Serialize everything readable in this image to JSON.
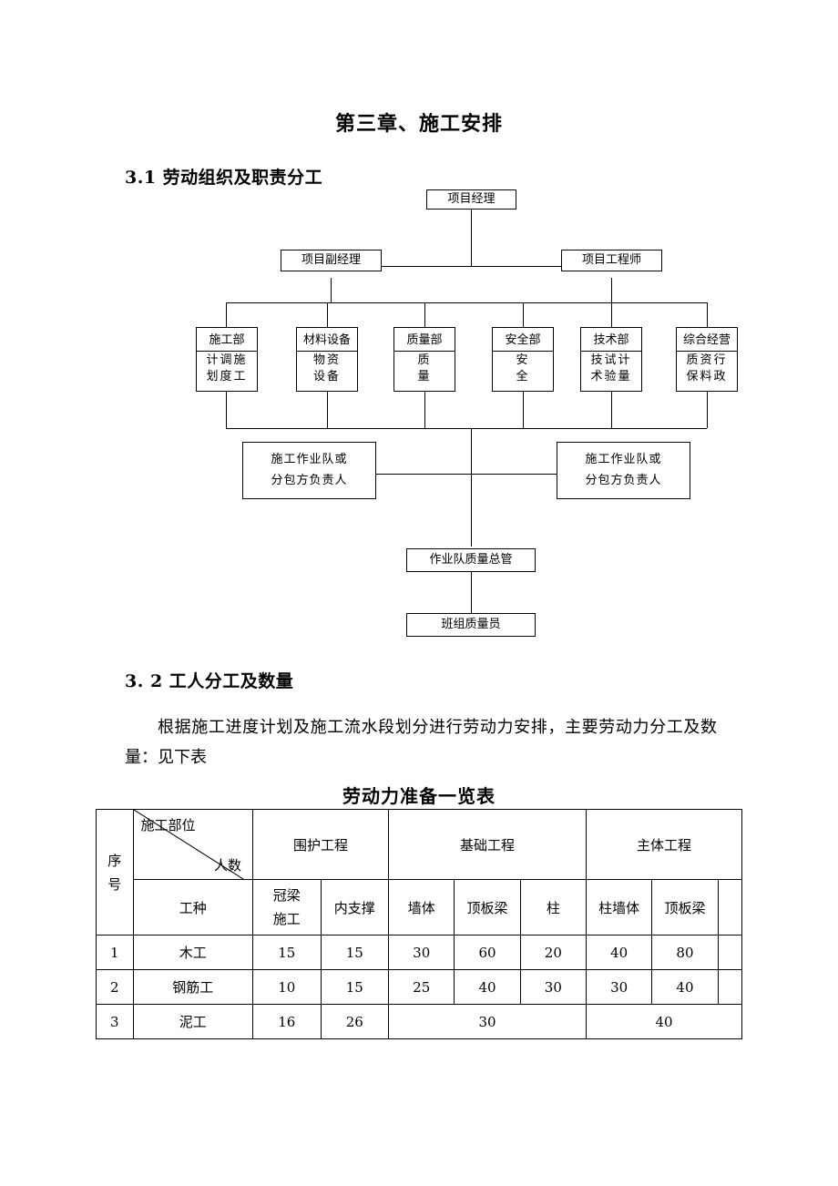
{
  "document": {
    "chapter_title": "第三章、施工安排",
    "sections": [
      {
        "id": "3.1",
        "heading": "3.1 劳动组织及职责分工"
      },
      {
        "id": "3.2",
        "heading": "3. 2 工人分工及数量"
      }
    ],
    "paragraph": "根据施工进度计划及施工流水段划分进行劳动力安排，主要劳动力分工及数量：见下表"
  },
  "org_chart": {
    "top": {
      "label": "项目经理"
    },
    "level2": [
      {
        "label": "项目副经理"
      },
      {
        "label": "项目工程师"
      }
    ],
    "departments": [
      {
        "caption": "施工部",
        "lines": [
          "计调施",
          "划度工"
        ]
      },
      {
        "caption": "材料设备",
        "lines": [
          "物资",
          "设备"
        ]
      },
      {
        "caption": "质量部",
        "lines": [
          "质",
          "量"
        ]
      },
      {
        "caption": "安全部",
        "lines": [
          "安",
          "全"
        ]
      },
      {
        "caption": "技术部",
        "lines": [
          "技试计",
          "术验量"
        ]
      },
      {
        "caption": "综合经营",
        "lines": [
          "质资行",
          "保料政"
        ]
      }
    ],
    "teams": [
      {
        "line1": "施工作业队或",
        "line2": "分包方负责人"
      },
      {
        "line1": "施工作业队或",
        "line2": "分包方负责人"
      }
    ],
    "supervisor": {
      "label": "作业队质量总管"
    },
    "inspector": {
      "label": "班组质量员"
    }
  },
  "table": {
    "title": "劳动力准备一览表",
    "corner": {
      "upper": "施工部位",
      "lower": "人数"
    },
    "seq_header": {
      "line1": "序",
      "line2": "号"
    },
    "type_header": "工种",
    "groups": [
      {
        "label": "围护工程",
        "span": 2
      },
      {
        "label": "基础工程",
        "span": 3
      },
      {
        "label": "主体工程",
        "span": 3
      }
    ],
    "subheaders": [
      {
        "label": "冠梁\n施工",
        "line1": "冠梁",
        "line2": "施工"
      },
      {
        "label": "内支撑"
      },
      {
        "label": "墙体"
      },
      {
        "label": "顶板梁"
      },
      {
        "label": "柱"
      },
      {
        "label": "柱墙体"
      },
      {
        "label": "顶板梁"
      },
      {
        "label": ""
      }
    ],
    "rows": [
      {
        "seq": "1",
        "type": "木工",
        "cells": [
          "15",
          "15",
          "30",
          "60",
          "20",
          "40",
          "80",
          ""
        ]
      },
      {
        "seq": "2",
        "type": "钢筋工",
        "cells": [
          "10",
          "15",
          "25",
          "40",
          "30",
          "30",
          "40",
          ""
        ]
      },
      {
        "seq": "3",
        "type": "泥工",
        "merged": true,
        "cells": [
          "16",
          "26",
          "30",
          "40"
        ]
      }
    ]
  }
}
